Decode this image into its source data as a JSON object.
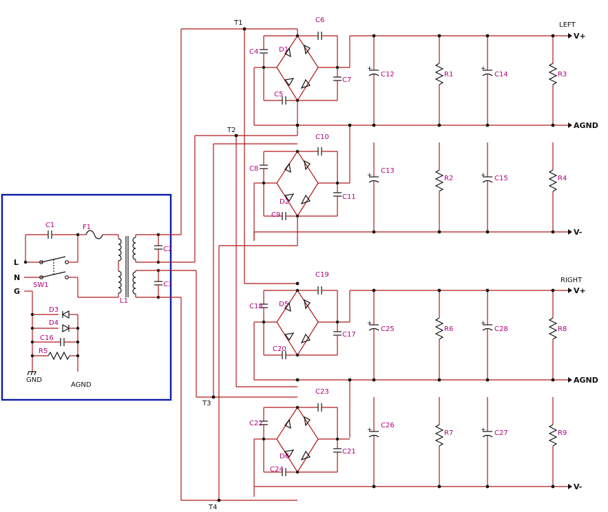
{
  "channels": {
    "left_label": "LEFT",
    "right_label": "RIGHT"
  },
  "terminals": {
    "v_plus": "V+",
    "agnd": "AGND",
    "v_minus": "V-"
  },
  "transformer_taps": {
    "t1": "T1",
    "t2": "T2",
    "t3": "T3",
    "t4": "T4"
  },
  "input": {
    "line": "L",
    "neutral": "N",
    "ground": "G",
    "gnd_label": "GND",
    "agnd_label": "AGND",
    "switch": "SW1",
    "fuse": "F1",
    "transformer": "L1"
  },
  "components": {
    "c1": "C1",
    "c2": "C2",
    "c3": "C3",
    "c16": "C16",
    "d3": "D3",
    "d4": "D4",
    "r5": "R5",
    "d1": "D1",
    "d2": "D2",
    "d5": "D5",
    "d6": "D6",
    "c4": "C4",
    "c5": "C5",
    "c6": "C6",
    "c7": "C7",
    "c8": "C8",
    "c9": "C9",
    "c10": "C10",
    "c11": "C11",
    "c18": "C18",
    "c19": "C19",
    "c20": "C20",
    "c17": "C17",
    "c22": "C22",
    "c23": "C23",
    "c24": "C24",
    "c21": "C21",
    "c12": "C12",
    "c13": "C13",
    "c14": "C14",
    "c15": "C15",
    "c25": "C25",
    "c26": "C26",
    "c27": "C27",
    "c28": "C28",
    "r1": "R1",
    "r2": "R2",
    "r3": "R3",
    "r4": "R4",
    "r6": "R6",
    "r7": "R7",
    "r8": "R8",
    "r9": "R9"
  },
  "colors": {
    "wire": "#b01818",
    "component_label": "#b0007a",
    "frame": "#0a1aa8",
    "symbol": "#101010"
  }
}
